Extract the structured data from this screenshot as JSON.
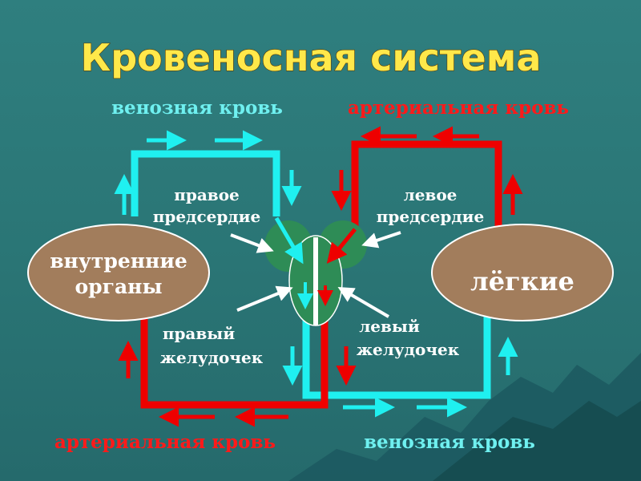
{
  "title": "Кровеносная система",
  "labels": {
    "venous_top": "венозная кровь",
    "arterial_top": "артериальная кровь",
    "arterial_bottom": "артериальная кровь",
    "venous_bottom": "венозная кровь",
    "right_atrium_1": "правое",
    "right_atrium_2": "предсердие",
    "left_atrium_1": "левое",
    "left_atrium_2": "предсердие",
    "right_ventricle_1": "правый",
    "right_ventricle_2": "желудочек",
    "left_ventricle_1": "левый",
    "left_ventricle_2": "желудочек",
    "organs_1": "внутренние",
    "organs_2": "органы",
    "lungs": "лёгкие"
  },
  "colors": {
    "venous": "#1ff0f0",
    "arterial": "#ee0000",
    "organ_fill": "#a27d5c",
    "heart": "#2e8c56",
    "title": "#ffe84a"
  }
}
